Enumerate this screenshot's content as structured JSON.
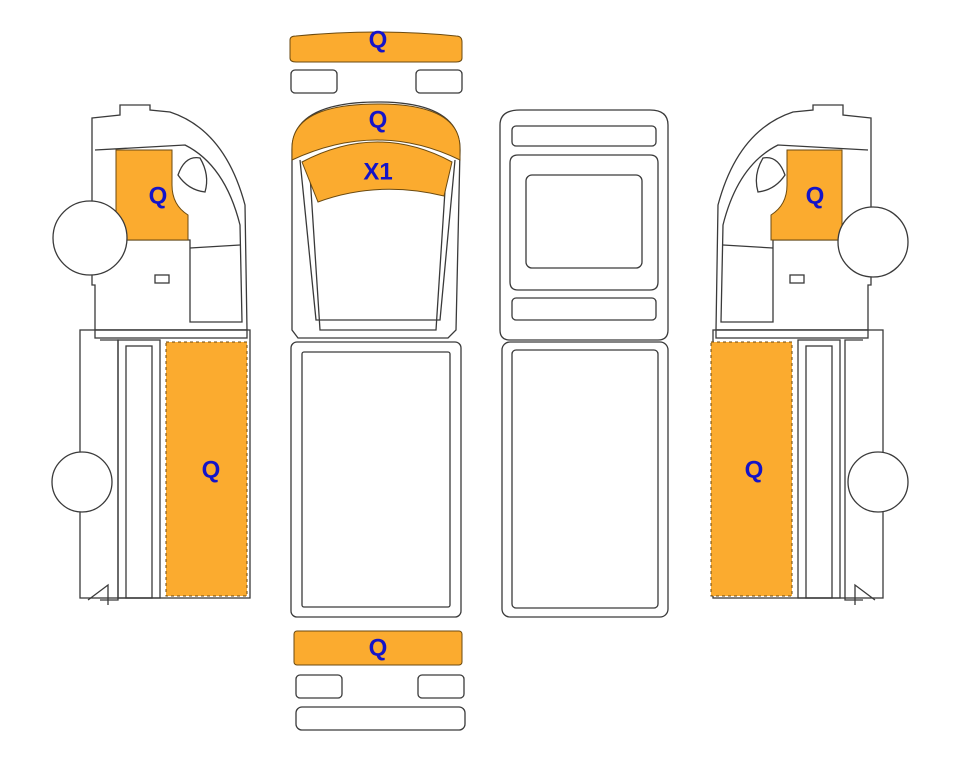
{
  "colors": {
    "zone_fill": "#FBAB2F",
    "label": "#1414C8",
    "outline": "#3A3A3A",
    "background": "#FFFFFF"
  },
  "views": {
    "left_side": {
      "cab_zone_label": "Q",
      "body_zone_label": "Q"
    },
    "front": {
      "bumper_label": "Q",
      "hood_label": "Q",
      "windshield_label": "X1"
    },
    "rear": {
      "bumper_label": "Q"
    },
    "right_side": {
      "cab_zone_label": "Q",
      "body_zone_label": "Q"
    }
  }
}
